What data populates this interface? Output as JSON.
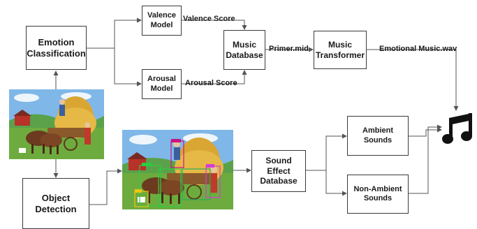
{
  "nodes": {
    "emotion_classification": "Emotion\nClassification",
    "valence_model": "Valence\nModel",
    "arousal_model": "Arousal\nModel",
    "music_database": "Music\nDatabase",
    "music_transformer": "Music\nTransformer",
    "object_detection": "Object\nDetection",
    "sound_effect_database": "Sound\nEffect\nDatabase",
    "ambient_sounds": "Ambient\nSounds",
    "non_ambient_sounds": "Non-Ambient\nSounds"
  },
  "edge_labels": {
    "valence_score": "Valence Score",
    "arousal_score": "Arousal Score",
    "primer_mid": "Primer.mid",
    "emotional_music_wav": "Emotional Music.wav"
  },
  "images": {
    "input_painting": "farm-painting",
    "detected_painting": "farm-painting-with-detection-boxes"
  },
  "icons": {
    "output": "music-note-icon"
  },
  "colors": {
    "stroke": "#3a3a3a",
    "box_border": "#3a3a3a",
    "text": "#1a1a1a"
  }
}
